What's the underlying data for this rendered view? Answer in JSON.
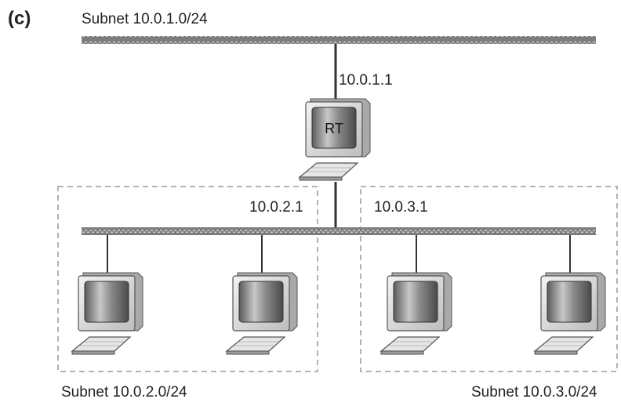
{
  "figure": {
    "label": "(c)"
  },
  "subnets": {
    "top": {
      "label": "Subnet 10.0.1.0/24"
    },
    "left": {
      "label": "Subnet 10.0.2.0/24"
    },
    "right": {
      "label": "Subnet 10.0.3.0/24"
    }
  },
  "router": {
    "screen_text": "RT",
    "interfaces": {
      "top": "10.0.1.1",
      "left": "10.0.2.1",
      "right": "10.0.3.1"
    }
  },
  "icons": {
    "router": "computer-icon",
    "host": "computer-icon"
  },
  "colors": {
    "bus": "#8a8a8a",
    "dashed_box": "#9a9a9a",
    "wire": "#333333"
  }
}
